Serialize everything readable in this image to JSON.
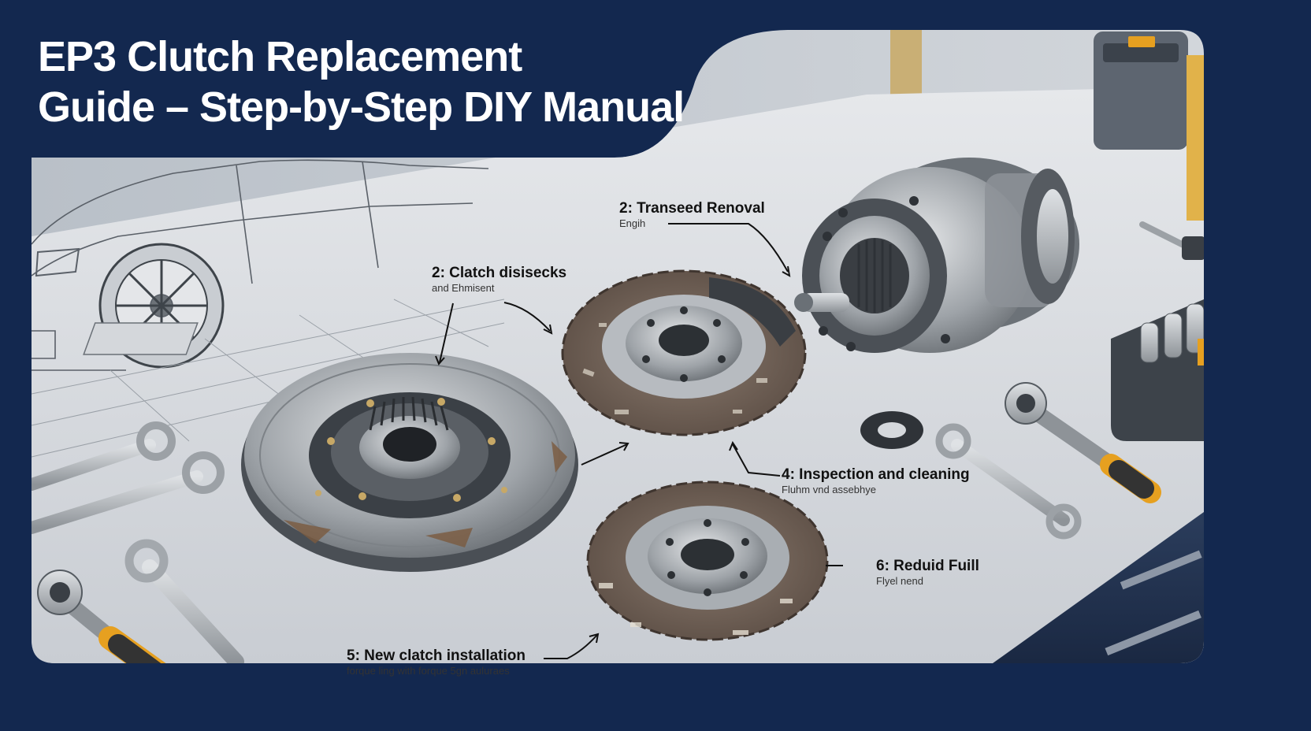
{
  "title": {
    "line1": "EP3 Clutch Replacement",
    "line2": "Guide – Step-by-Step DIY Manual"
  },
  "callouts": [
    {
      "id": "transmission-removal",
      "heading": "2: Transeed Renoval",
      "sub": "Engih"
    },
    {
      "id": "clutch-disassembly",
      "heading": "2: Clatch disisecks",
      "sub": "and Ehmisent"
    },
    {
      "id": "inspection-cleaning",
      "heading": "4: Inspection and cleaning",
      "sub": "Fluhm vnd assebhye"
    },
    {
      "id": "rebuild-flywheel",
      "heading": "6: Reduid Fuill",
      "sub": "Flyel nend"
    },
    {
      "id": "new-clutch-installation",
      "heading": "5: New clatch installation",
      "sub": "forque ling with forque 5gn auluraes"
    }
  ],
  "colors": {
    "frame_navy": "#13284f",
    "workbench": "#d9dce1",
    "tool_orange": "#e6a020",
    "friction_brown": "#6e5f55"
  }
}
